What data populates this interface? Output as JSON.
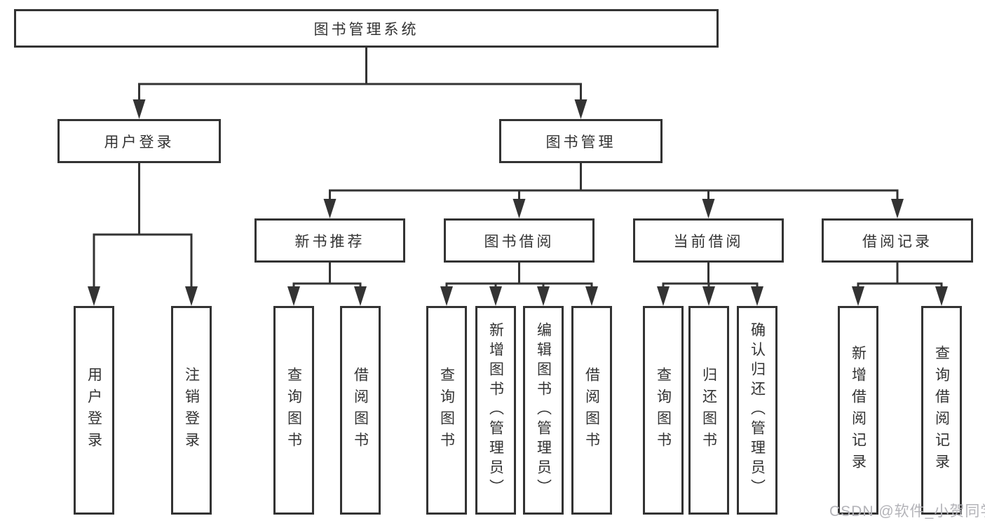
{
  "diagram_title": "图书管理系统",
  "tree": {
    "root": {
      "label": "图书管理系统"
    },
    "branches": [
      {
        "label": "用户登录",
        "children": [
          {
            "label": "用户登录"
          },
          {
            "label": "注销登录"
          }
        ]
      },
      {
        "label": "图书管理",
        "children": [
          {
            "label": "新书推荐",
            "children": [
              {
                "label": "查询图书"
              },
              {
                "label": "借阅图书"
              }
            ]
          },
          {
            "label": "图书借阅",
            "children": [
              {
                "label": "查询图书"
              },
              {
                "label": "新增图书（管理员）"
              },
              {
                "label": "编辑图书（管理员）"
              },
              {
                "label": "借阅图书"
              }
            ]
          },
          {
            "label": "当前借阅",
            "children": [
              {
                "label": "查询图书"
              },
              {
                "label": "归还图书"
              },
              {
                "label": "确认归还（管理员）"
              }
            ]
          },
          {
            "label": "借阅记录",
            "children": [
              {
                "label": "新增借阅记录"
              },
              {
                "label": "查询借阅记录"
              }
            ]
          }
        ]
      }
    ]
  },
  "watermark": "CSDN @软件_小贺同学",
  "colors": {
    "line": "#333333",
    "text": "#333333",
    "background": "#ffffff",
    "watermark": "#b3b3b8"
  }
}
